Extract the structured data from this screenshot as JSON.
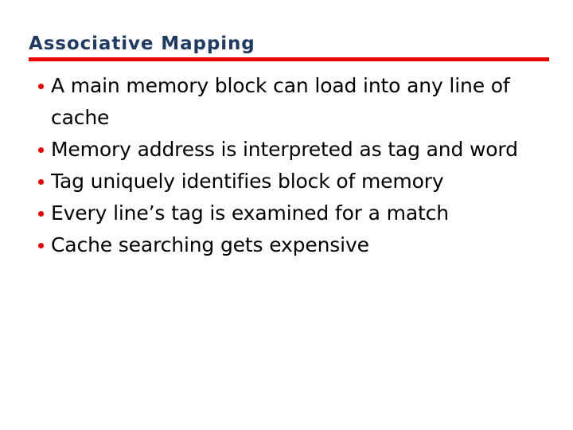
{
  "slide": {
    "title": "Associative Mapping",
    "colors": {
      "background": "#ffffff",
      "title_text": "#1f3a63",
      "rule": "#ee0000",
      "bullet_marker": "#ee0000",
      "body_text": "#000000"
    },
    "bullets": [
      {
        "text": "A main memory block can load into any line of cache"
      },
      {
        "text": "Memory address is interpreted as tag and word"
      },
      {
        "text": "Tag uniquely identifies block of memory"
      },
      {
        "text": "Every line’s tag is examined for a match"
      },
      {
        "text": "Cache searching gets expensive"
      }
    ]
  }
}
